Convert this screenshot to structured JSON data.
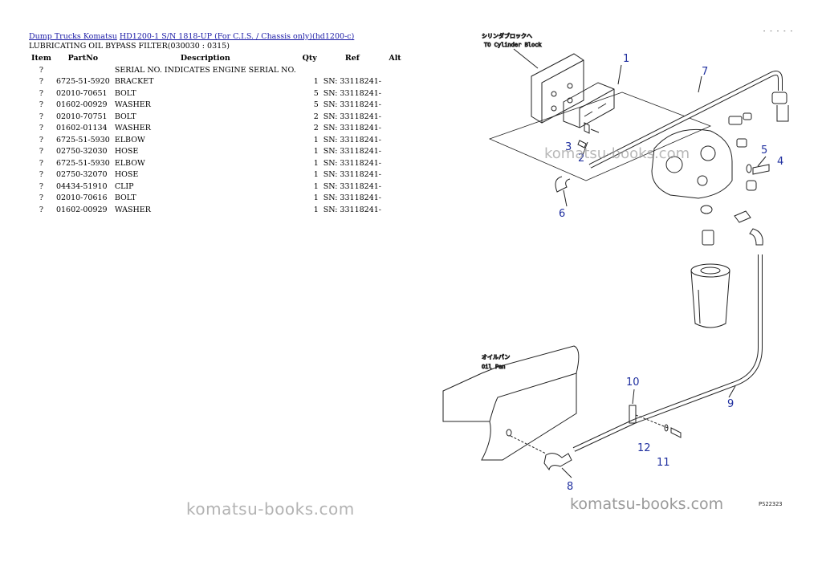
{
  "breadcrumb": {
    "link1": "Dump Trucks Komatsu",
    "link2": "HD1200-1 S/N 1818-UP (For C.I.S. / Chassis only)(hd1200-c)"
  },
  "subtitle": "LUBRICATING OIL BYPASS FILTER(030030 : 0315)",
  "table": {
    "headers": [
      "Item",
      "PartNo",
      "Description",
      "Qty",
      "Ref",
      "Alt"
    ],
    "rows": [
      {
        "item": "?",
        "part": "",
        "desc": "SERIAL NO. INDICATES ENGINE SERIAL NO.",
        "qty": "",
        "ref": "",
        "alt": ""
      },
      {
        "item": "?",
        "part": "6725-51-5920",
        "desc": "BRACKET",
        "qty": "1",
        "ref": "SN: 33118241-",
        "alt": ""
      },
      {
        "item": "?",
        "part": "02010-70651",
        "desc": "BOLT",
        "qty": "5",
        "ref": "SN: 33118241-",
        "alt": ""
      },
      {
        "item": "?",
        "part": "01602-00929",
        "desc": "WASHER",
        "qty": "5",
        "ref": "SN: 33118241-",
        "alt": ""
      },
      {
        "item": "?",
        "part": "02010-70751",
        "desc": "BOLT",
        "qty": "2",
        "ref": "SN: 33118241-",
        "alt": ""
      },
      {
        "item": "?",
        "part": "01602-01134",
        "desc": "WASHER",
        "qty": "2",
        "ref": "SN: 33118241-",
        "alt": ""
      },
      {
        "item": "?",
        "part": "6725-51-5930",
        "desc": "ELBOW",
        "qty": "1",
        "ref": "SN: 33118241-",
        "alt": ""
      },
      {
        "item": "?",
        "part": "02750-32030",
        "desc": "HOSE",
        "qty": "1",
        "ref": "SN: 33118241-",
        "alt": ""
      },
      {
        "item": "?",
        "part": "6725-51-5930",
        "desc": "ELBOW",
        "qty": "1",
        "ref": "SN: 33118241-",
        "alt": ""
      },
      {
        "item": "?",
        "part": "02750-32070",
        "desc": "HOSE",
        "qty": "1",
        "ref": "SN: 33118241-",
        "alt": ""
      },
      {
        "item": "?",
        "part": "04434-51910",
        "desc": "CLIP",
        "qty": "1",
        "ref": "SN: 33118241-",
        "alt": ""
      },
      {
        "item": "?",
        "part": "02010-70616",
        "desc": "BOLT",
        "qty": "1",
        "ref": "SN: 33118241-",
        "alt": ""
      },
      {
        "item": "?",
        "part": "01602-00929",
        "desc": "WASHER",
        "qty": "1",
        "ref": "SN: 33118241-",
        "alt": ""
      }
    ]
  },
  "watermark": "komatsu-books.com",
  "diagram": {
    "label_jp_top": "シリンダブロックへ",
    "label_top": "TO Cylinder Block",
    "label_jp_pan": "オイルパン",
    "label_pan": "Oil Pan",
    "watermark_mid": "komatsu-books.com",
    "watermark_bottom": "komatsu-books.com",
    "figure_code": "PS22323",
    "callouts": [
      "1",
      "2",
      "3",
      "4",
      "5",
      "6",
      "7",
      "8",
      "9",
      "10",
      "11",
      "12"
    ],
    "callout_color": "#1f2f9f"
  }
}
